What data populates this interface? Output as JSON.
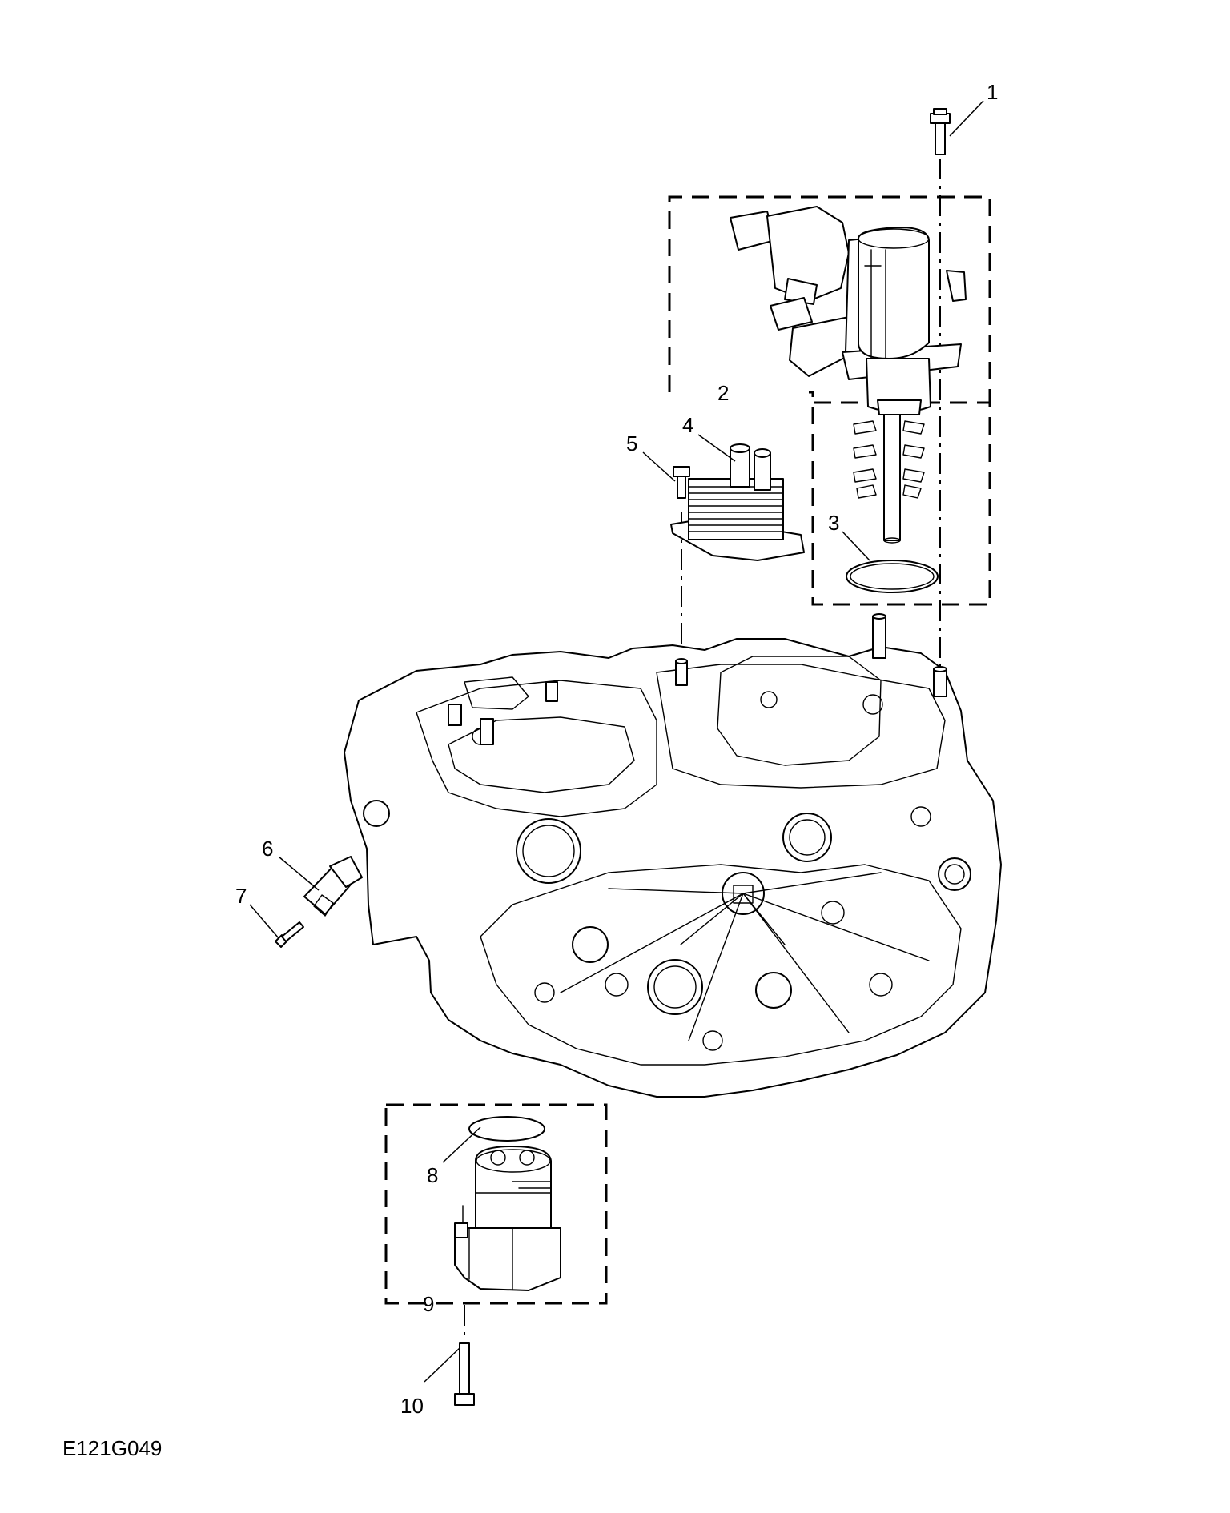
{
  "figure_id": "E121G049",
  "callouts": [
    "1",
    "2",
    "3",
    "4",
    "5",
    "6",
    "7",
    "8",
    "9",
    "10"
  ]
}
